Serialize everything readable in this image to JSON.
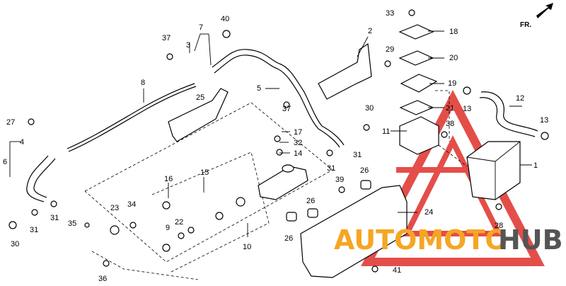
{
  "callouts": [
    "1",
    "2",
    "3",
    "4",
    "5",
    "6",
    "7",
    "8",
    "9",
    "10",
    "11",
    "12",
    "13",
    "13",
    "14",
    "15",
    "16",
    "17",
    "18",
    "19",
    "20",
    "21",
    "22",
    "23",
    "24",
    "25",
    "26",
    "26",
    "26",
    "27",
    "28",
    "29",
    "30",
    "30",
    "31",
    "31",
    "31",
    "31",
    "32",
    "33",
    "34",
    "35",
    "36",
    "37",
    "37",
    "38",
    "39",
    "40",
    "41"
  ],
  "direction_label": "FR.",
  "watermark": {
    "text_orange": "AUTOMOTO",
    "text_dark": "HUB",
    "color_orange": "#f5a623",
    "color_dark": "#555555",
    "color_triangle": "#e0302a"
  }
}
